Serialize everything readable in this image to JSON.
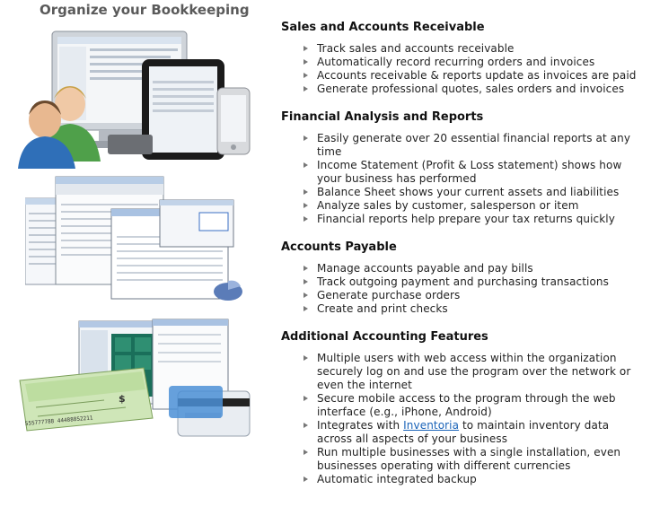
{
  "left": {
    "title": "Organize your Bookkeeping"
  },
  "sections": [
    {
      "title": "Sales and Accounts Receivable",
      "items": [
        "Track sales and accounts receivable",
        "Automatically record recurring orders and invoices",
        "Accounts receivable & reports update as invoices are paid",
        "Generate professional quotes, sales orders and invoices"
      ]
    },
    {
      "title": "Financial Analysis and Reports",
      "items": [
        "Easily generate over 20 essential financial reports at any time",
        "Income Statement (Profit & Loss statement) shows how your business has performed",
        "Balance Sheet shows your current assets and liabilities",
        "Analyze sales by customer, salesperson or item",
        "Financial reports help prepare your tax returns quickly"
      ]
    },
    {
      "title": "Accounts Payable",
      "items": [
        "Manage accounts payable and pay bills",
        "Track outgoing payment and purchasing transactions",
        "Generate purchase orders",
        "Create and print checks"
      ]
    },
    {
      "title": "Additional Accounting Features",
      "items": [
        "Multiple users with web access within the organization securely log on and use the program over the network or even the internet",
        "Secure mobile access to the program through the web interface (e.g., iPhone, Android)",
        "Run multiple businesses with a single installation, even businesses operating with different currencies",
        "Automatic integrated backup"
      ],
      "link_item": {
        "before": "Integrates with ",
        "link": "Inventoria",
        "after": " to maintain inventory data across all aspects of your business"
      }
    }
  ],
  "check": {
    "amount_symbol": "$",
    "micr": "555777788  44488852211"
  },
  "colors": {
    "bullet": "#777777",
    "link": "#1a63b8",
    "heading": "#111111",
    "left_title": "#5a5a5a"
  }
}
